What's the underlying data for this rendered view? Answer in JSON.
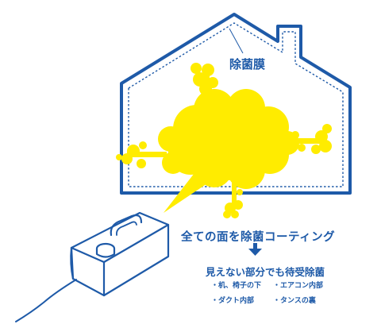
{
  "colors": {
    "outline": "#1e5aa8",
    "spray": "#ffec00",
    "background": "#ffffff"
  },
  "labels": {
    "membrane": "除菌膜",
    "headline": "全ての面を除菌コーティング",
    "subline": "見えない部分でも待受除菌",
    "bullets": [
      "・机、椅子の下",
      "・エアコン内部",
      "・ダクト内部",
      "・タンスの裏"
    ]
  },
  "icons": [
    "house-outline-icon",
    "spray-cloud-icon",
    "down-arrow-icon",
    "fogger-device-icon"
  ]
}
